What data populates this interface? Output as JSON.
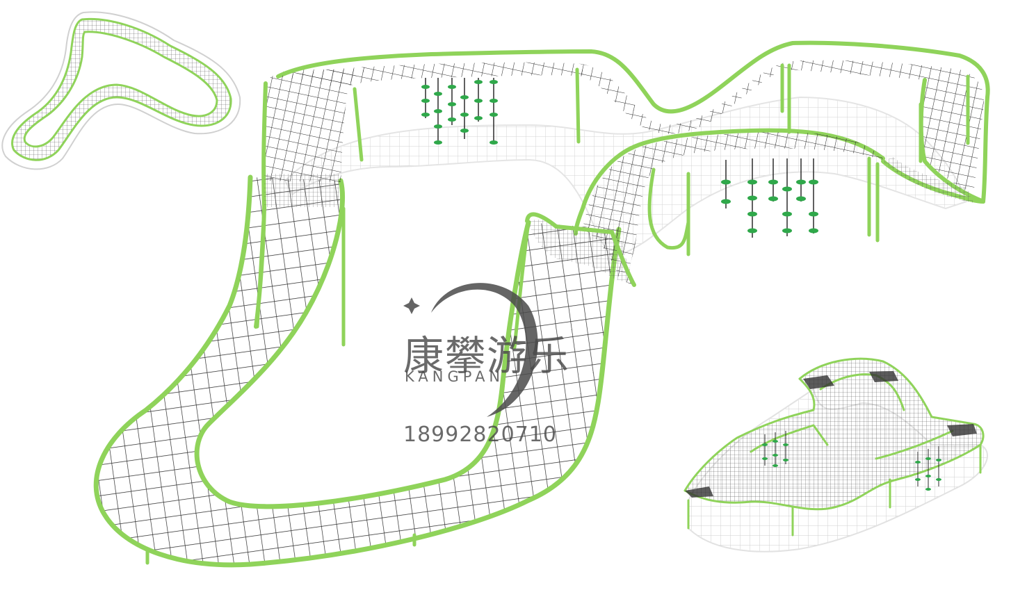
{
  "watermark": {
    "brand": "康攀游乐",
    "sub": "KANGPAN",
    "phone": "18992820710"
  },
  "colors": {
    "frame": "#8fd35a",
    "frame_dark": "#6bb33a",
    "net": "#2a2a2a",
    "shadow": "#d9d9d9",
    "disc": "#2fa84a",
    "logo": "#4a4a4a"
  },
  "icons": [
    "kangpan-logo-icon",
    "star-sparkle-icon",
    "crescent-icon"
  ]
}
